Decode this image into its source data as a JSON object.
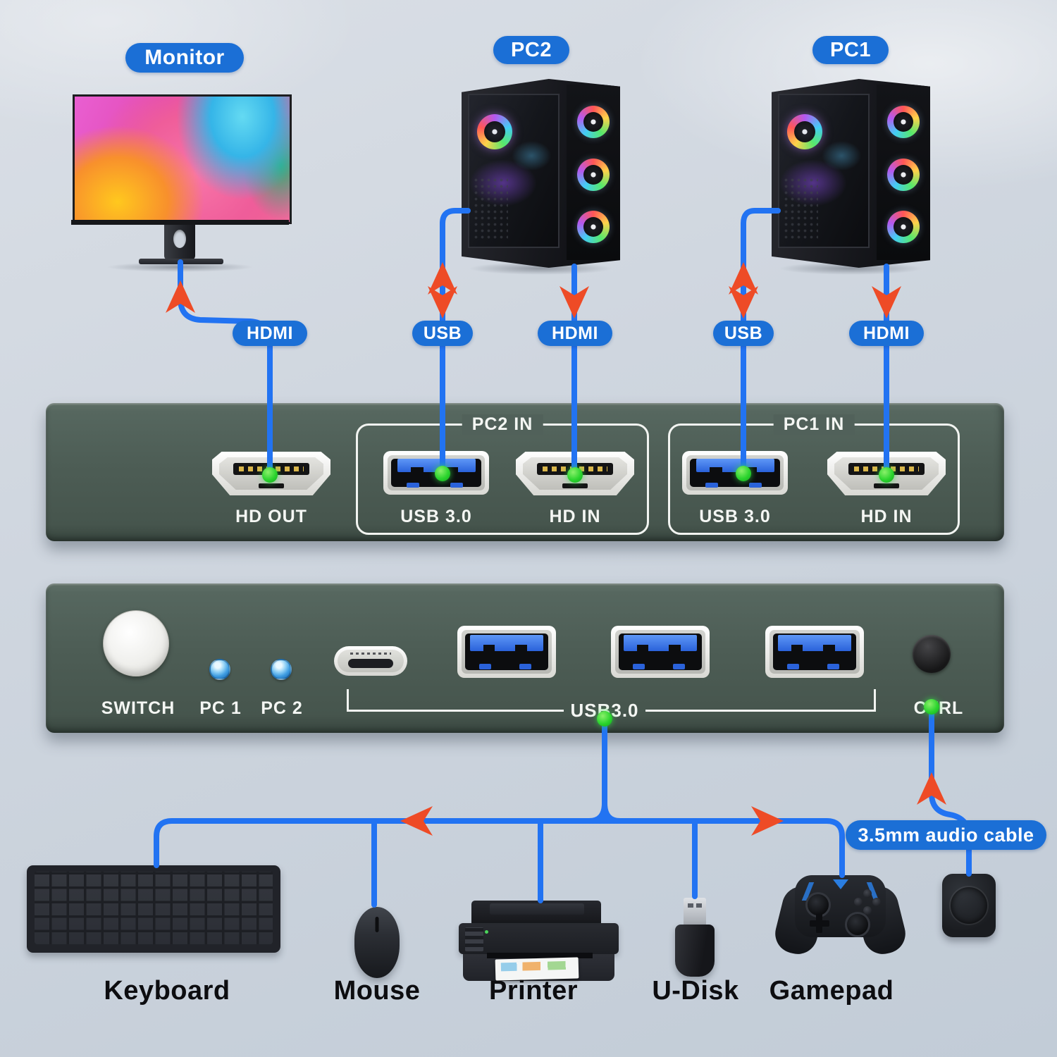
{
  "colors": {
    "background": "#ccd4dd",
    "pill_blue": "#1b6fd6",
    "cable_blue": "#2273f2",
    "arrow_red": "#ee4b26",
    "panel_green": "#4d5d55",
    "indicator_green": "#2ed53a",
    "led_blue": "#52a7e8"
  },
  "top_row": {
    "monitor_label": "Monitor",
    "pc2_label": "PC2",
    "pc1_label": "PC1"
  },
  "cable_tags": {
    "monitor_hdmi": "HDMI",
    "pc2_usb": "USB",
    "pc2_hdmi": "HDMI",
    "pc1_usb": "USB",
    "pc1_hdmi": "HDMI",
    "audio": "3.5mm audio cable"
  },
  "rear_panel": {
    "hd_out": "HD OUT",
    "pc2_group": "PC2 IN",
    "pc2_usb": "USB 3.0",
    "pc2_hd_in": "HD IN",
    "pc1_group": "PC1 IN",
    "pc1_usb": "USB 3.0",
    "pc1_hd_in": "HD IN"
  },
  "front_panel": {
    "switch_button": "SWITCH",
    "pc1_led": "PC 1",
    "pc2_led": "PC 2",
    "usb_hub": "USB3.0",
    "ctrl_button": "CTRL"
  },
  "peripherals": {
    "keyboard": "Keyboard",
    "mouse": "Mouse",
    "printer": "Printer",
    "udisk": "U-Disk",
    "gamepad": "Gamepad"
  }
}
